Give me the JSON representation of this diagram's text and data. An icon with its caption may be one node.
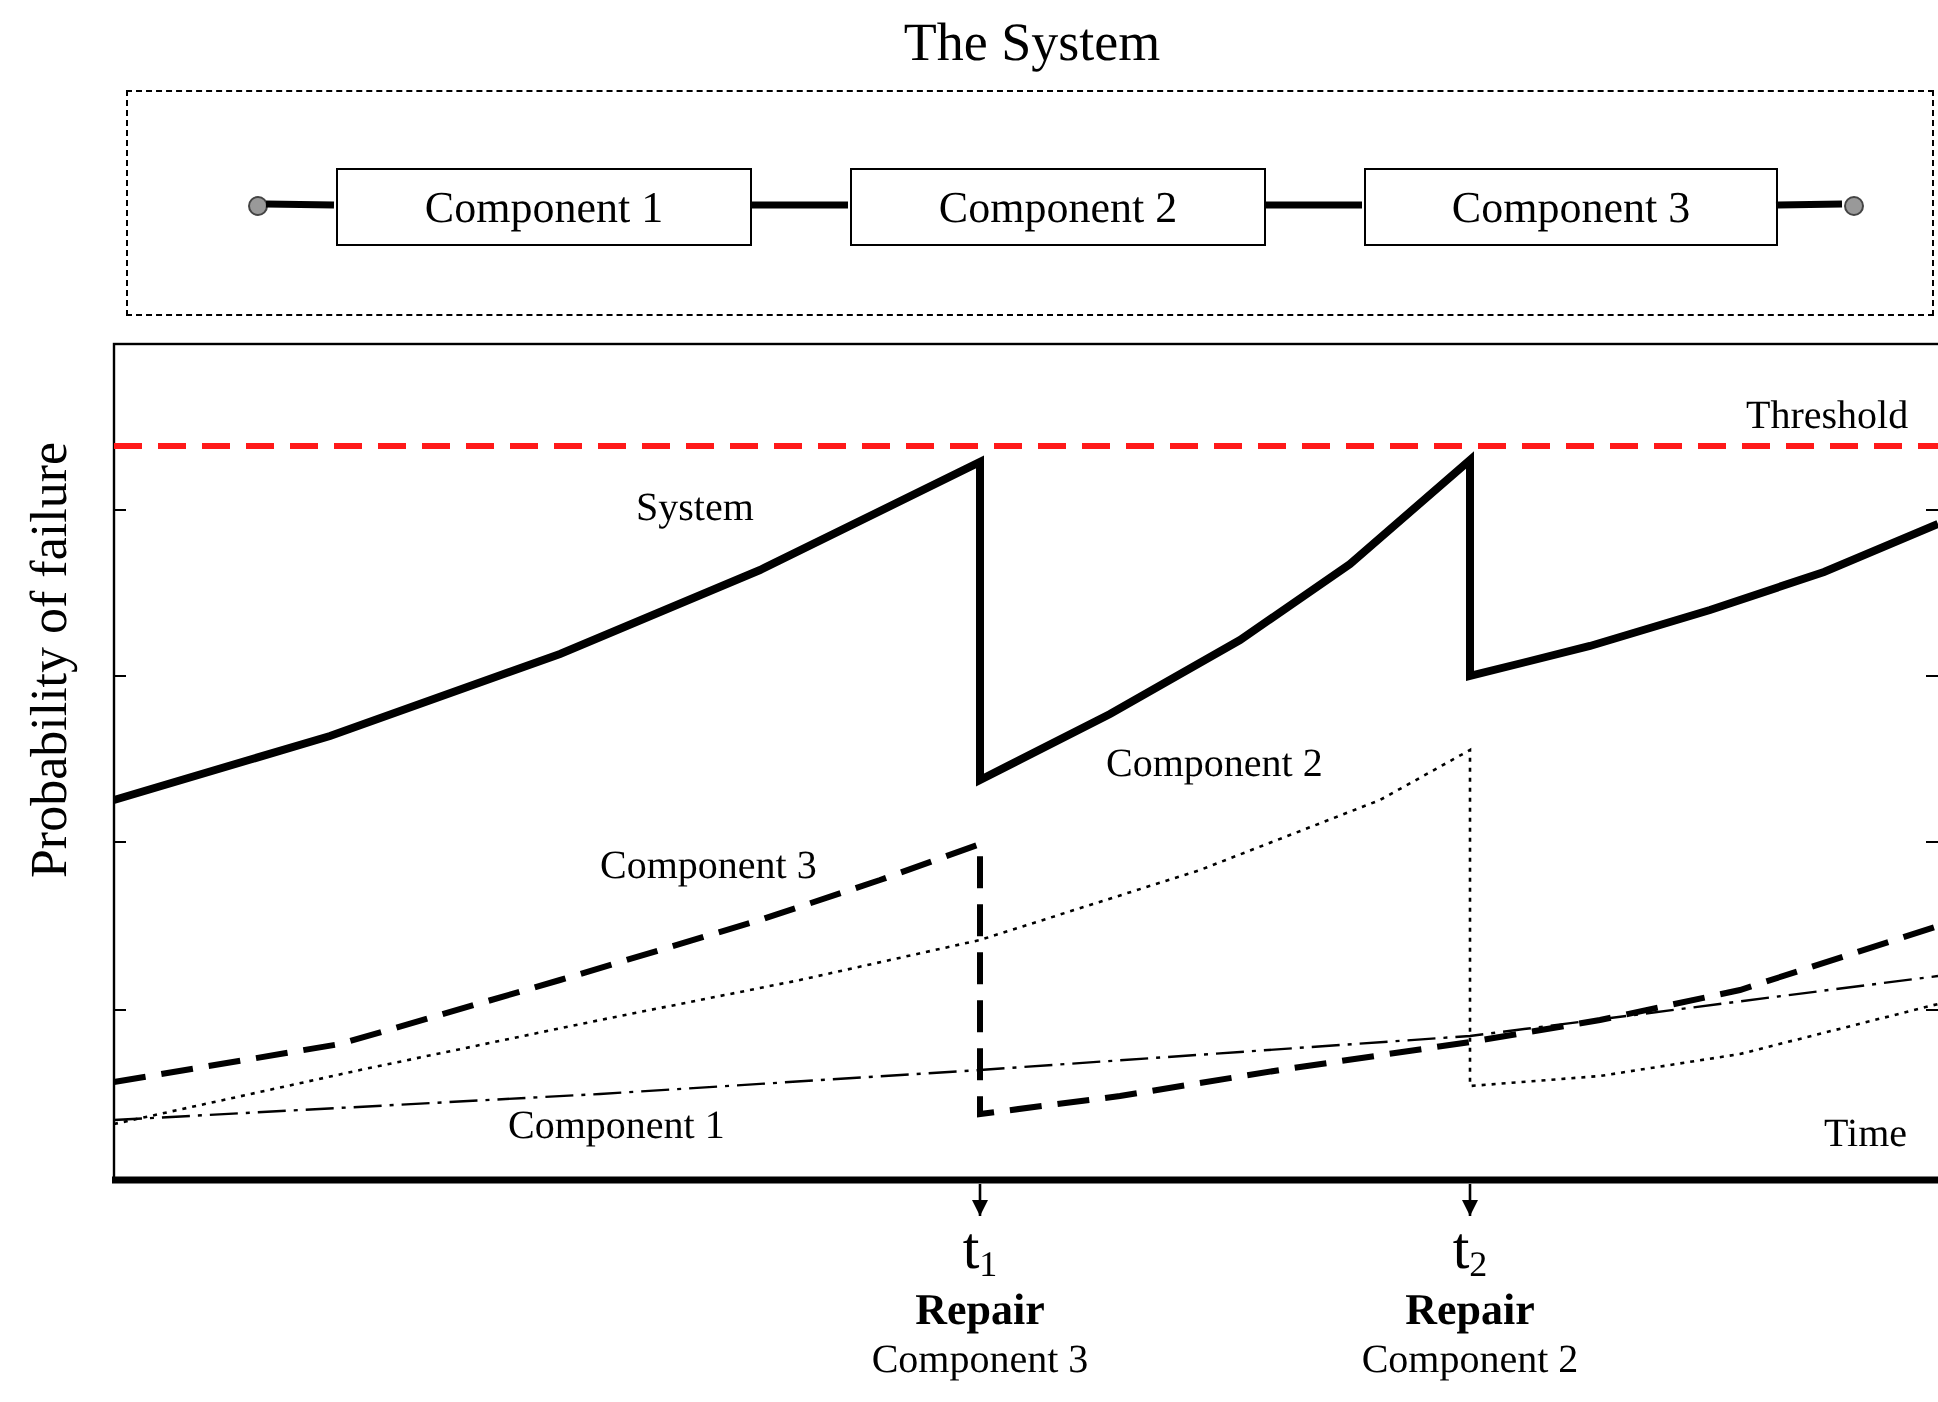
{
  "diagram": {
    "nodes": [
      {
        "text": [
          "The System"
        ]
      },
      {
        "text": [
          "Component 1"
        ],
        "in": 0
      },
      {
        "text": [
          "Component 2"
        ],
        "in": 0
      },
      {
        "text": [
          "Component 3"
        ],
        "in": 0
      },
      {
        "text": [],
        "shape": "circle",
        "in": 0
      },
      {
        "text": [],
        "shape": "circle",
        "in": 0
      },
      {
        "text": [
          "t$_{1}$",
          "Repair",
          "Component 3"
        ]
      },
      {
        "text": [
          "t$_{2}$",
          "Repair",
          "Component 2"
        ]
      }
    ],
    "edges": [
      {
        "from": 4,
        "to": 1,
        "arrow": "none"
      },
      {
        "from": 1,
        "to": 2,
        "arrow": "none"
      },
      {
        "from": 2,
        "to": 3,
        "arrow": "none"
      },
      {
        "from": 3,
        "to": 5,
        "arrow": "none"
      },
      {
        "from": null,
        "to": 6,
        "arrow": "to"
      },
      {
        "from": null,
        "to": 7,
        "arrow": "to"
      }
    ],
    "labels": [
      "Threshold",
      "System",
      "Probability of failure",
      "Component 2",
      "Component 3",
      "Component 1",
      "Time"
    ]
  }
}
